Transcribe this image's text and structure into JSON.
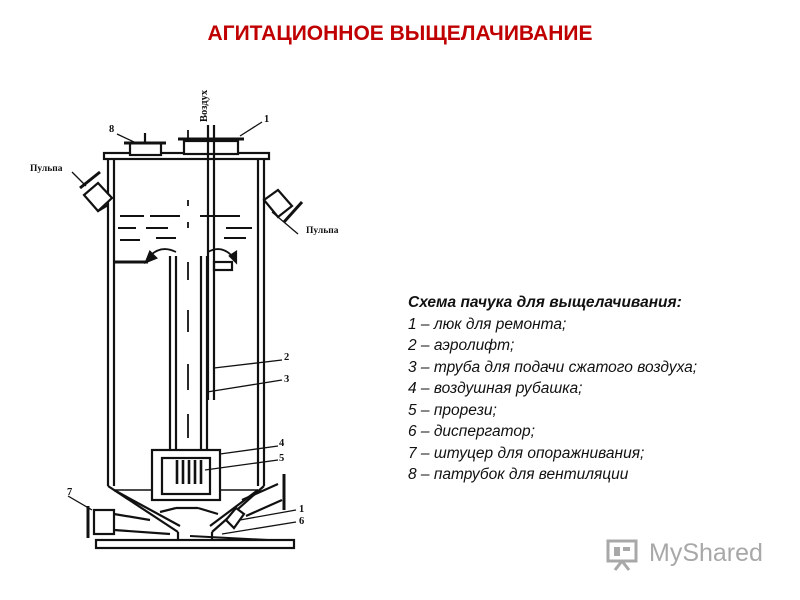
{
  "title": "АГИТАЦИОННОЕ ВЫЩЕЛАЧИВАНИЕ",
  "diagram": {
    "labels": {
      "air": "Воздух",
      "pulp_in": "Пульпа",
      "pulp_out": "Пульпа",
      "n1_top": "1",
      "n8": "8",
      "n2": "2",
      "n3": "3",
      "n4": "4",
      "n5": "5",
      "n7": "7",
      "n1_bottom": "1",
      "n6": "6"
    }
  },
  "legend": {
    "heading": "Схема пачука для выщелачивания:",
    "items": [
      "1 – люк для ремонта;",
      "2 – аэролифт;",
      "3 – труба для подачи сжатого воздуха;",
      "4 – воздушная рубашка;",
      "5 – прорези;",
      "6 – диспергатор;",
      "7 – штуцер для опоражнивания;",
      "8 – патрубок для вентиляции"
    ]
  },
  "logo": {
    "text": "MyShared",
    "icon": "presentation-board-icon"
  }
}
